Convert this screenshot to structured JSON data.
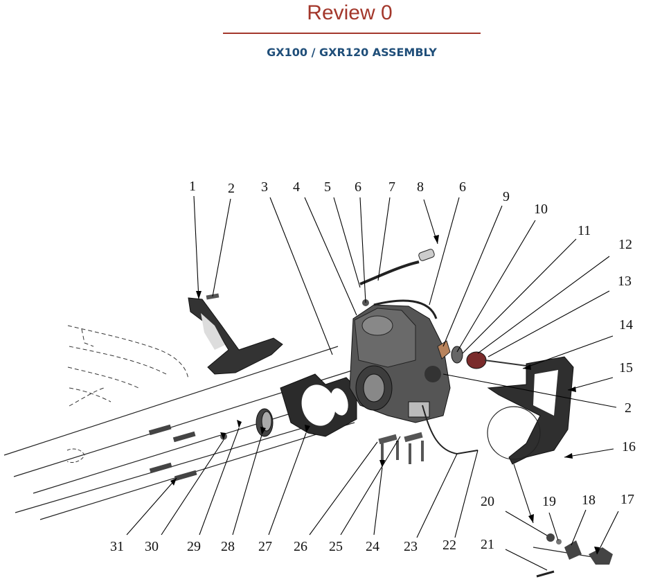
{
  "header": {
    "title": "Review 0",
    "subtitle": "GX100 / GXR120 ASSEMBLY",
    "title_color": "#a3372b",
    "subtitle_color": "#1f4e79"
  },
  "callouts": [
    {
      "id": "c1",
      "text": "1"
    },
    {
      "id": "c2",
      "text": "2"
    },
    {
      "id": "c3",
      "text": "3"
    },
    {
      "id": "c4",
      "text": "4"
    },
    {
      "id": "c5",
      "text": "5"
    },
    {
      "id": "c6a",
      "text": "6"
    },
    {
      "id": "c7",
      "text": "7"
    },
    {
      "id": "c8",
      "text": "8"
    },
    {
      "id": "c6b",
      "text": "6"
    },
    {
      "id": "c9",
      "text": "9"
    },
    {
      "id": "c10",
      "text": "10"
    },
    {
      "id": "c11",
      "text": "11"
    },
    {
      "id": "c12",
      "text": "12"
    },
    {
      "id": "c13",
      "text": "13"
    },
    {
      "id": "c14",
      "text": "14"
    },
    {
      "id": "c15",
      "text": "15"
    },
    {
      "id": "c2b",
      "text": "2"
    },
    {
      "id": "c16",
      "text": "16"
    },
    {
      "id": "c17",
      "text": "17"
    },
    {
      "id": "c18",
      "text": "18"
    },
    {
      "id": "c19",
      "text": "19"
    },
    {
      "id": "c20",
      "text": "20"
    },
    {
      "id": "c21",
      "text": "21"
    },
    {
      "id": "c22",
      "text": "22"
    },
    {
      "id": "c23",
      "text": "23"
    },
    {
      "id": "c24",
      "text": "24"
    },
    {
      "id": "c25",
      "text": "25"
    },
    {
      "id": "c26",
      "text": "26"
    },
    {
      "id": "c27",
      "text": "27"
    },
    {
      "id": "c28",
      "text": "28"
    },
    {
      "id": "c29",
      "text": "29"
    },
    {
      "id": "c30",
      "text": "30"
    },
    {
      "id": "c31",
      "text": "31"
    }
  ]
}
